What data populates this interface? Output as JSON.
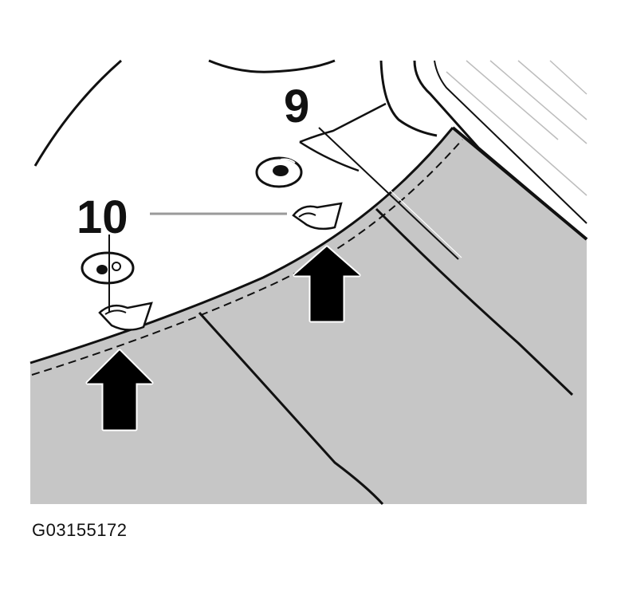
{
  "figure": {
    "callouts": [
      {
        "id": "clip-9",
        "number": "9"
      },
      {
        "id": "clip-10",
        "number": "10"
      }
    ],
    "reference_code": "G03155172",
    "colors": {
      "panel_fill": "#c6c6c6",
      "ink": "#111111",
      "arrow_fill": "#000000",
      "arrow_outline": "#ffffff",
      "leader_grey": "#9a9a9a"
    }
  }
}
